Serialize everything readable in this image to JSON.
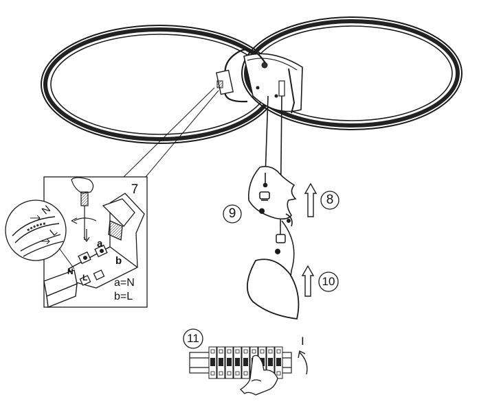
{
  "steps": {
    "s7": "7",
    "s8": "8",
    "s9": "9",
    "s10": "10",
    "s11": "11"
  },
  "wiring": {
    "label_a": "a",
    "label_b": "b",
    "label_n_small": "N",
    "label_l_small": "L",
    "legend_a": "a=N",
    "legend_b": "b=L",
    "wire_n": "N",
    "wire_l": "L"
  },
  "breaker": {
    "on_symbol": "I"
  },
  "colors": {
    "line": "#1a1a1a",
    "paper": "#ffffff"
  }
}
